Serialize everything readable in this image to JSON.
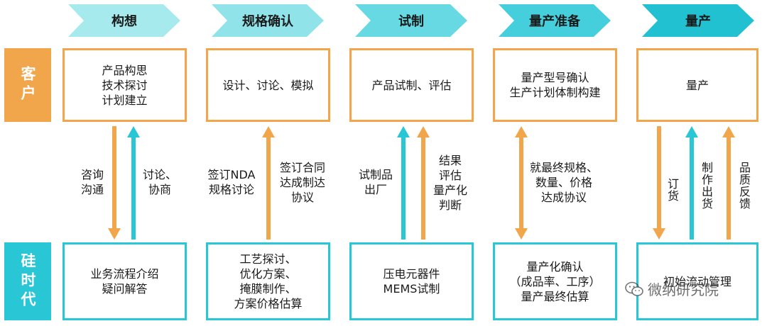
{
  "stages": [
    "构想",
    "规格确认",
    "试制",
    "量产准备",
    "量产"
  ],
  "rows": {
    "customer": "客户",
    "sitime": "硅时代"
  },
  "customer_boxes": [
    "产品构思\n技术探讨\n计划建立",
    "设计、讨论、模拟",
    "产品试制、评估",
    "量产型号确认\n生产计划体制构建",
    "量产"
  ],
  "sitime_boxes": [
    "业务流程介绍\n疑问解答",
    "工艺探讨、\n优化方案、\n掩膜制作、\n方案价格估算",
    "压电元器件\nMEMS试制",
    "量产化确认\n（成品率、工序）\n量产最终估算",
    "初始流动管理"
  ],
  "arrow_labels": {
    "concept_down": "咨询\n沟通",
    "concept_up": "讨论、\n协商",
    "spec_down": "签订NDA\n规格讨论",
    "spec_up": "签订合同\n达成制达\n协议",
    "trial_up_left": "试制品\n出厂",
    "trial_up_right": "结果\n评估\n量产化\n判断",
    "prep_both": "就最终规格、\n数量、价格\n达成协议",
    "mass_down": "订货",
    "mass_up": "制作出货",
    "mass_feedback": "品质反馈"
  },
  "watermark": "微纳研究院",
  "colors": {
    "orange": "#f2a64b",
    "cyan": "#29c6d6",
    "stage_light": "#9fe8ec",
    "stage_dark": "#22c1d2"
  }
}
